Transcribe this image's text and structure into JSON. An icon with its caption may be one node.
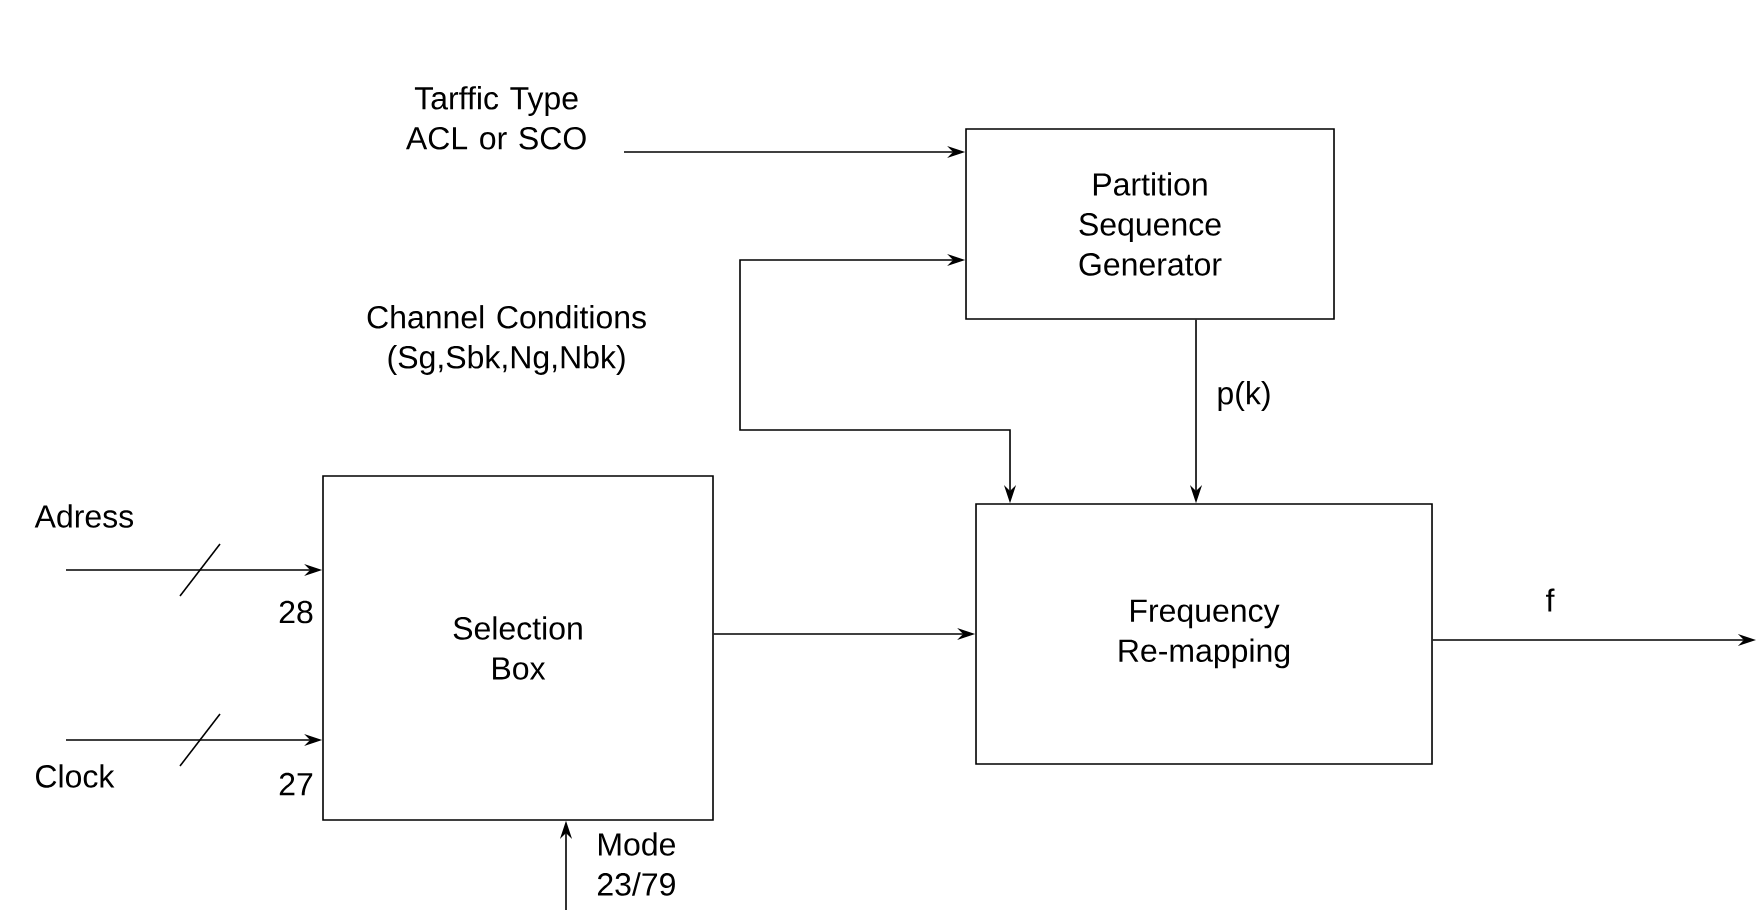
{
  "diagram": {
    "nodes": [
      {
        "text": [
          "Partition Sequence Generator"
        ]
      },
      {
        "text": [
          "Selection Box"
        ]
      },
      {
        "text": [
          "Frequency Re-mapping"
        ]
      },
      {
        "text": [
          "Tarffic Type ACL or SCO"
        ]
      },
      {
        "text": [
          "Channel Conditions (Sg,Sbk,Ng,Nbk)"
        ]
      },
      {
        "text": [
          "Adress"
        ]
      },
      {
        "text": [
          "Clock"
        ]
      },
      {
        "text": [
          "Mode 23/79"
        ]
      }
    ],
    "edges": [
      {
        "from": 3,
        "to": 0,
        "arrow": "to"
      },
      {
        "from": 4,
        "to": 0,
        "arrow": "to"
      },
      {
        "from": 4,
        "to": 2,
        "arrow": "to"
      },
      {
        "from": 5,
        "to": 1,
        "arrow": "to",
        "label": "28"
      },
      {
        "from": 6,
        "to": 1,
        "arrow": "to",
        "label": "27"
      },
      {
        "from": 7,
        "to": 1,
        "arrow": "to"
      },
      {
        "from": 1,
        "to": 2,
        "arrow": "to"
      },
      {
        "from": 0,
        "to": 2,
        "arrow": "to",
        "label": "p(k)"
      },
      {
        "from": 2,
        "to": null,
        "arrow": "to",
        "label": "f"
      }
    ]
  }
}
